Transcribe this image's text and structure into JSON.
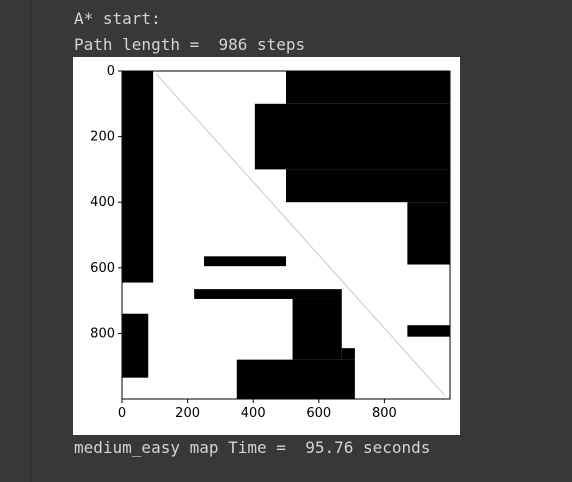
{
  "output": {
    "line1": "A* start:",
    "line2": "Path length =  986 steps",
    "line3": "medium_easy map Time =  95.76 seconds"
  },
  "colors": {
    "background": "#383838",
    "text": "#d4d4d4",
    "figure_bg": "#ffffff",
    "obstacle": "#000000",
    "path": "#c8c8c8"
  },
  "chart_data": {
    "type": "heatmap",
    "title": "",
    "xlabel": "",
    "ylabel": "",
    "xlim": [
      0,
      1000
    ],
    "ylim": [
      1000,
      0
    ],
    "x_ticks": [
      "0",
      "200",
      "400",
      "600",
      "800"
    ],
    "y_ticks": [
      "0",
      "200",
      "400",
      "600",
      "800"
    ],
    "x_tick_values": [
      0,
      200,
      400,
      600,
      800
    ],
    "y_tick_values": [
      0,
      200,
      400,
      600,
      800
    ],
    "grid": false,
    "colormap": "binary: black = obstacle, white = free",
    "obstacles": [
      {
        "x": [
          0,
          95
        ],
        "y": [
          0,
          645
        ]
      },
      {
        "x": [
          500,
          1000
        ],
        "y": [
          0,
          100
        ]
      },
      {
        "x": [
          405,
          1000
        ],
        "y": [
          100,
          300
        ]
      },
      {
        "x": [
          500,
          1000
        ],
        "y": [
          300,
          400
        ]
      },
      {
        "x": [
          870,
          1000
        ],
        "y": [
          400,
          590
        ]
      },
      {
        "x": [
          250,
          500
        ],
        "y": [
          565,
          595
        ]
      },
      {
        "x": [
          220,
          670
        ],
        "y": [
          665,
          695
        ]
      },
      {
        "x": [
          520,
          670
        ],
        "y": [
          695,
          880
        ]
      },
      {
        "x": [
          870,
          1000
        ],
        "y": [
          775,
          810
        ]
      },
      {
        "x": [
          0,
          80
        ],
        "y": [
          740,
          935
        ]
      },
      {
        "x": [
          350,
          710
        ],
        "y": [
          880,
          1000
        ]
      },
      {
        "x": [
          670,
          710
        ],
        "y": [
          845,
          880
        ]
      }
    ],
    "path": {
      "x": [
        105,
        985
      ],
      "y": [
        10,
        990
      ]
    }
  }
}
